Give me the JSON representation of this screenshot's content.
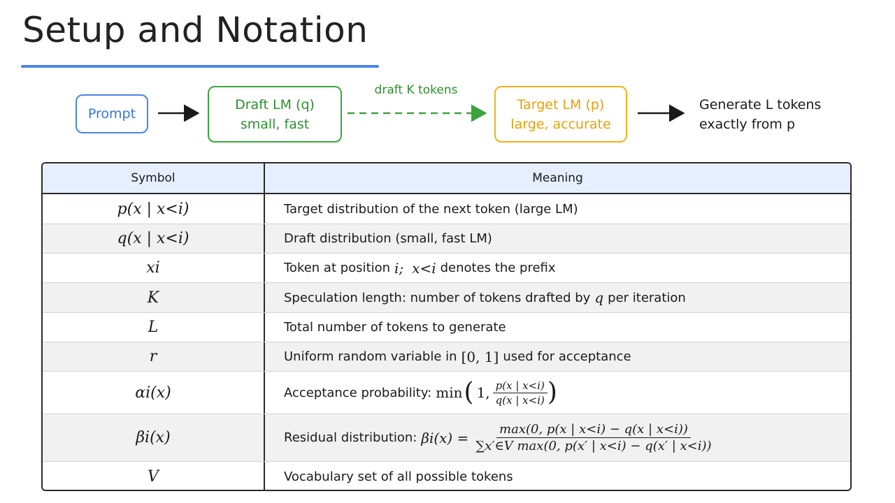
{
  "header": {
    "title": "Setup and Notation"
  },
  "flow": {
    "prompt": "Prompt",
    "draft_title": "Draft LM (q)",
    "draft_sub": "small, fast",
    "edge_label": "draft K tokens",
    "target_title": "Target LM (p)",
    "target_sub": "large, accurate",
    "output_line1": "Generate L tokens",
    "output_line2": "exactly from p"
  },
  "table": {
    "headers": {
      "symbol": "Symbol",
      "meaning": "Meaning"
    },
    "rows": [
      {
        "symbol": "p(x | x<i)",
        "meaning": "Target distribution of the next token (large LM)"
      },
      {
        "symbol": "q(x | x<i)",
        "meaning": "Draft distribution (small, fast LM)"
      },
      {
        "symbol": "xi",
        "meaning_pre": "Token at position",
        "meaning_math1": "i;",
        "meaning_math2": "x<i",
        "meaning_post": "denotes the prefix"
      },
      {
        "symbol": "K",
        "meaning_pre": "Speculation length: number of tokens drafted by",
        "meaning_math1": "q",
        "meaning_post": "per iteration"
      },
      {
        "symbol": "L",
        "meaning": "Total number of tokens to generate"
      },
      {
        "symbol": "r",
        "meaning_pre": "Uniform random variable in",
        "meaning_math1": "[0, 1]",
        "meaning_post": "used for acceptance"
      },
      {
        "symbol": "αi(x)",
        "meaning_pre": "Acceptance probability:",
        "min_label": "min",
        "one": "1,",
        "num": "p(x | x<i)",
        "den": "q(x | x<i)"
      },
      {
        "symbol": "βi(x)",
        "meaning_pre": "Residual distribution:",
        "lhs": "βi(x) =",
        "num": "max(0, p(x | x<i) − q(x | x<i))",
        "den": "∑x′∈V max(0, p(x′ | x<i) − q(x′ | x<i))"
      },
      {
        "symbol": "V",
        "meaning": "Vocabulary set of all possible tokens"
      }
    ]
  },
  "colors": {
    "blue": "#4a86e0",
    "green": "#3ca33c",
    "orange": "#f1b316",
    "header_bg": "#e6efff"
  }
}
